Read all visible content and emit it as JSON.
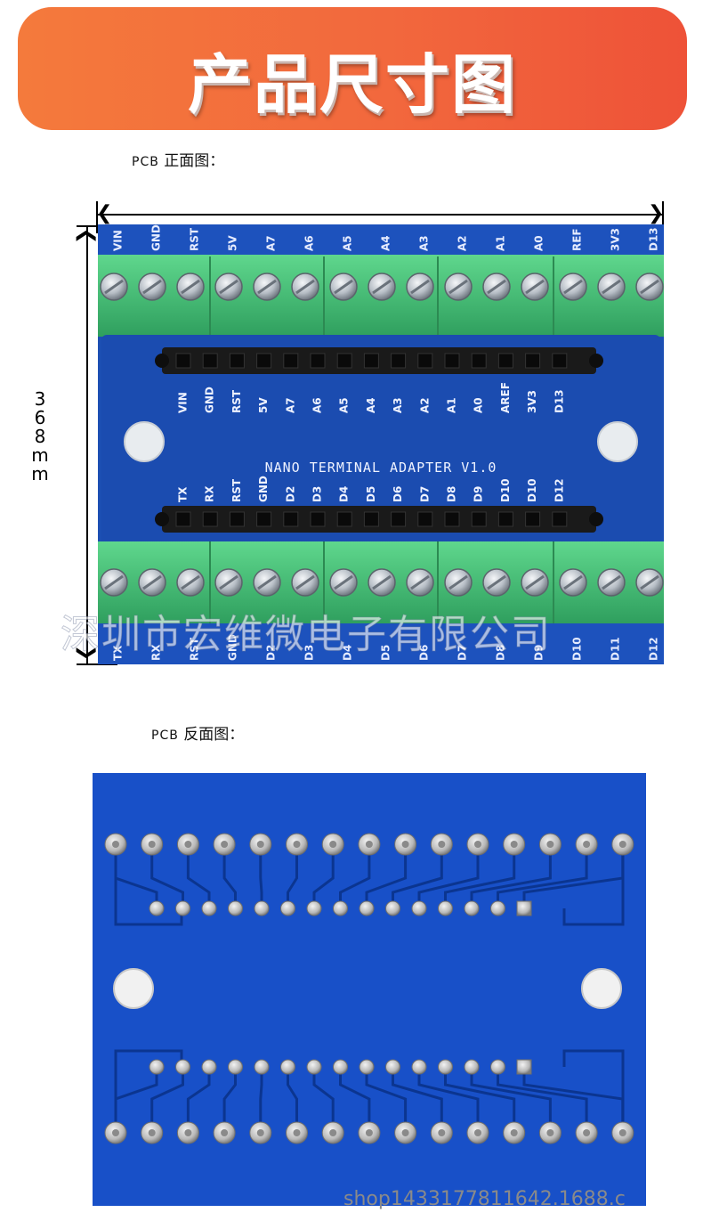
{
  "banner": {
    "title": "产品尺寸图"
  },
  "front_section": {
    "label_prefix": "PCB",
    "label_text": "正面图："
  },
  "back_section": {
    "label_prefix": "PCB",
    "label_text": "反面图："
  },
  "dimension": {
    "vertical_text": "3\n6\n8\nm\nm"
  },
  "board": {
    "top_labels": [
      "VIN",
      "GND",
      "RST",
      "5V",
      "A7",
      "A6",
      "A5",
      "A4",
      "A3",
      "A2",
      "A1",
      "A0",
      "REF",
      "3V3",
      "D13"
    ],
    "header_top_labels": [
      "VIN",
      "GND",
      "RST",
      "5V",
      "A7",
      "A6",
      "A5",
      "A4",
      "A3",
      "A2",
      "A1",
      "A0",
      "AREF",
      "3V3",
      "D13"
    ],
    "title": "NANO TERMINAL ADAPTER V1.0",
    "header_bottom_labels": [
      "TX",
      "RX",
      "RST",
      "GND",
      "D2",
      "D3",
      "D4",
      "D5",
      "D6",
      "D7",
      "D8",
      "D9",
      "D10",
      "D10",
      "D12"
    ],
    "bottom_labels": [
      "TX",
      "RX",
      "RST",
      "GND",
      "D2",
      "D3",
      "D4",
      "D5",
      "D6",
      "D7",
      "D8",
      "D9",
      "D10",
      "D11",
      "D12"
    ]
  },
  "watermark": "深圳市宏维微电子有限公司",
  "shop_url": "shop1433177811642.1688.c",
  "colors": {
    "banner_start": "#f47a3c",
    "banner_end": "#ee5238",
    "pcb_blue": "#1c4fb3",
    "pcb_back_blue": "#1850c8",
    "terminal_green": "#45c47a",
    "header_black": "#1a1a1a"
  }
}
